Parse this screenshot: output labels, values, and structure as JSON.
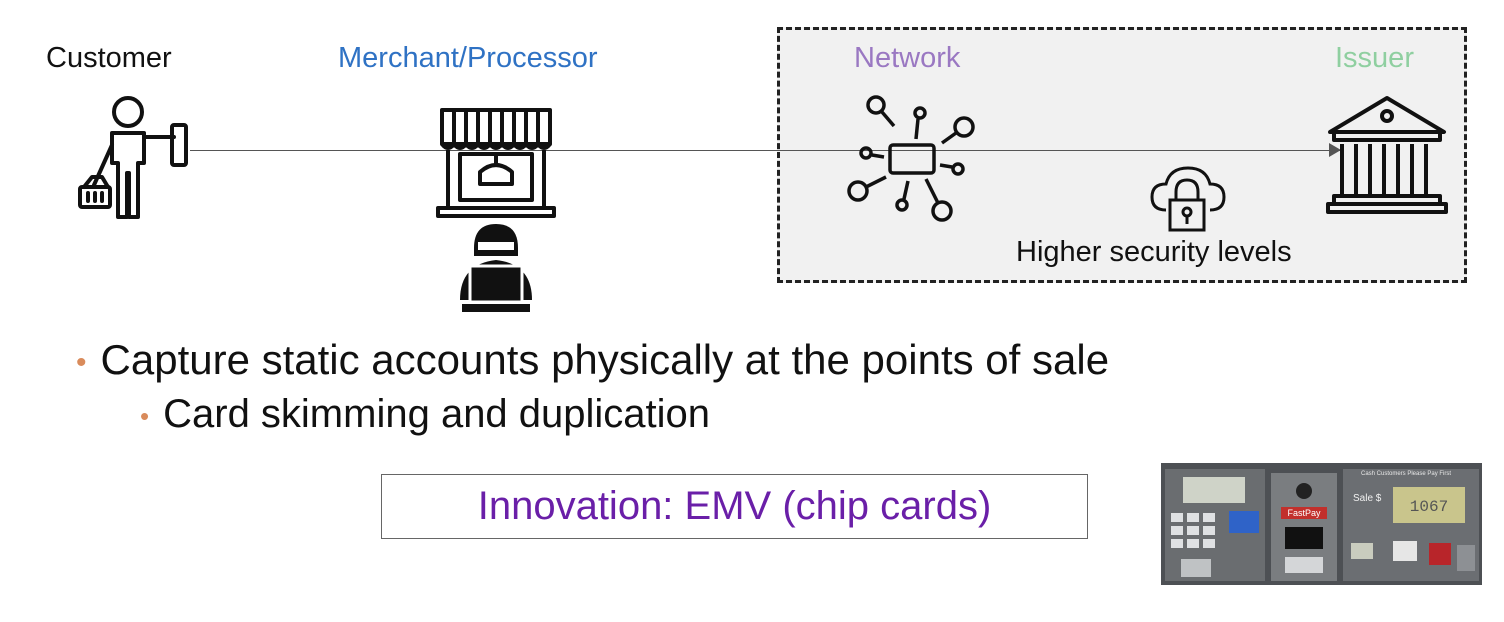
{
  "actors": {
    "customer": "Customer",
    "merchant": "Merchant/Processor",
    "network": "Network",
    "issuer": "Issuer"
  },
  "colors": {
    "customer": "#111111",
    "merchant": "#2f72c4",
    "network": "#9a78c2",
    "issuer": "#8fcfa0",
    "bullet": "#d98b5b",
    "innovation": "#6a1fa8"
  },
  "security": {
    "caption": "Higher security levels"
  },
  "bullets": {
    "main": "Capture static accounts physically at the points of sale",
    "sub": "Card skimming and duplication"
  },
  "innovation": "Innovation: EMV (chip cards)",
  "icons": {
    "customer": "shopper-with-card-icon",
    "merchant": "storefront-icon",
    "attacker": "hacker-laptop-icon",
    "network": "network-hub-icon",
    "security": "cloud-lock-icon",
    "issuer": "bank-building-icon"
  },
  "photo": {
    "brand": "FastPay",
    "notice": "Cash Customers Please Pay First",
    "sale_label": "Sale $",
    "display_value": "1067"
  }
}
